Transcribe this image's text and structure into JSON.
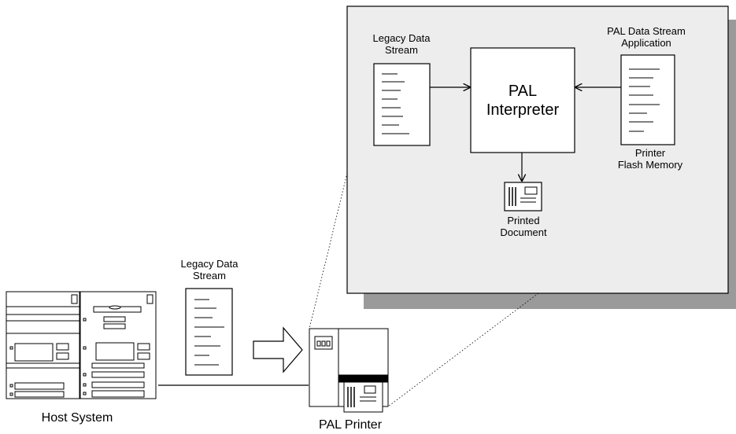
{
  "zoom_panel": {
    "legacy_stream_label_line1": "Legacy Data",
    "legacy_stream_label_line2": "Stream",
    "interpreter_line1": "PAL",
    "interpreter_line2": "Interpreter",
    "pal_app_label_line1": "PAL Data Stream",
    "pal_app_label_line2": "Application",
    "flash_label_line1": "Printer",
    "flash_label_line2": "Flash Memory",
    "printed_doc_line1": "Printed",
    "printed_doc_line2": "Document"
  },
  "bottom": {
    "legacy_stream_label_line1": "Legacy Data",
    "legacy_stream_label_line2": "Stream",
    "host_label": "Host System",
    "printer_label": "PAL Printer"
  },
  "colors": {
    "panel_fill": "#ededed",
    "shadow_fill": "#9a9a9a",
    "stroke": "#000000"
  }
}
